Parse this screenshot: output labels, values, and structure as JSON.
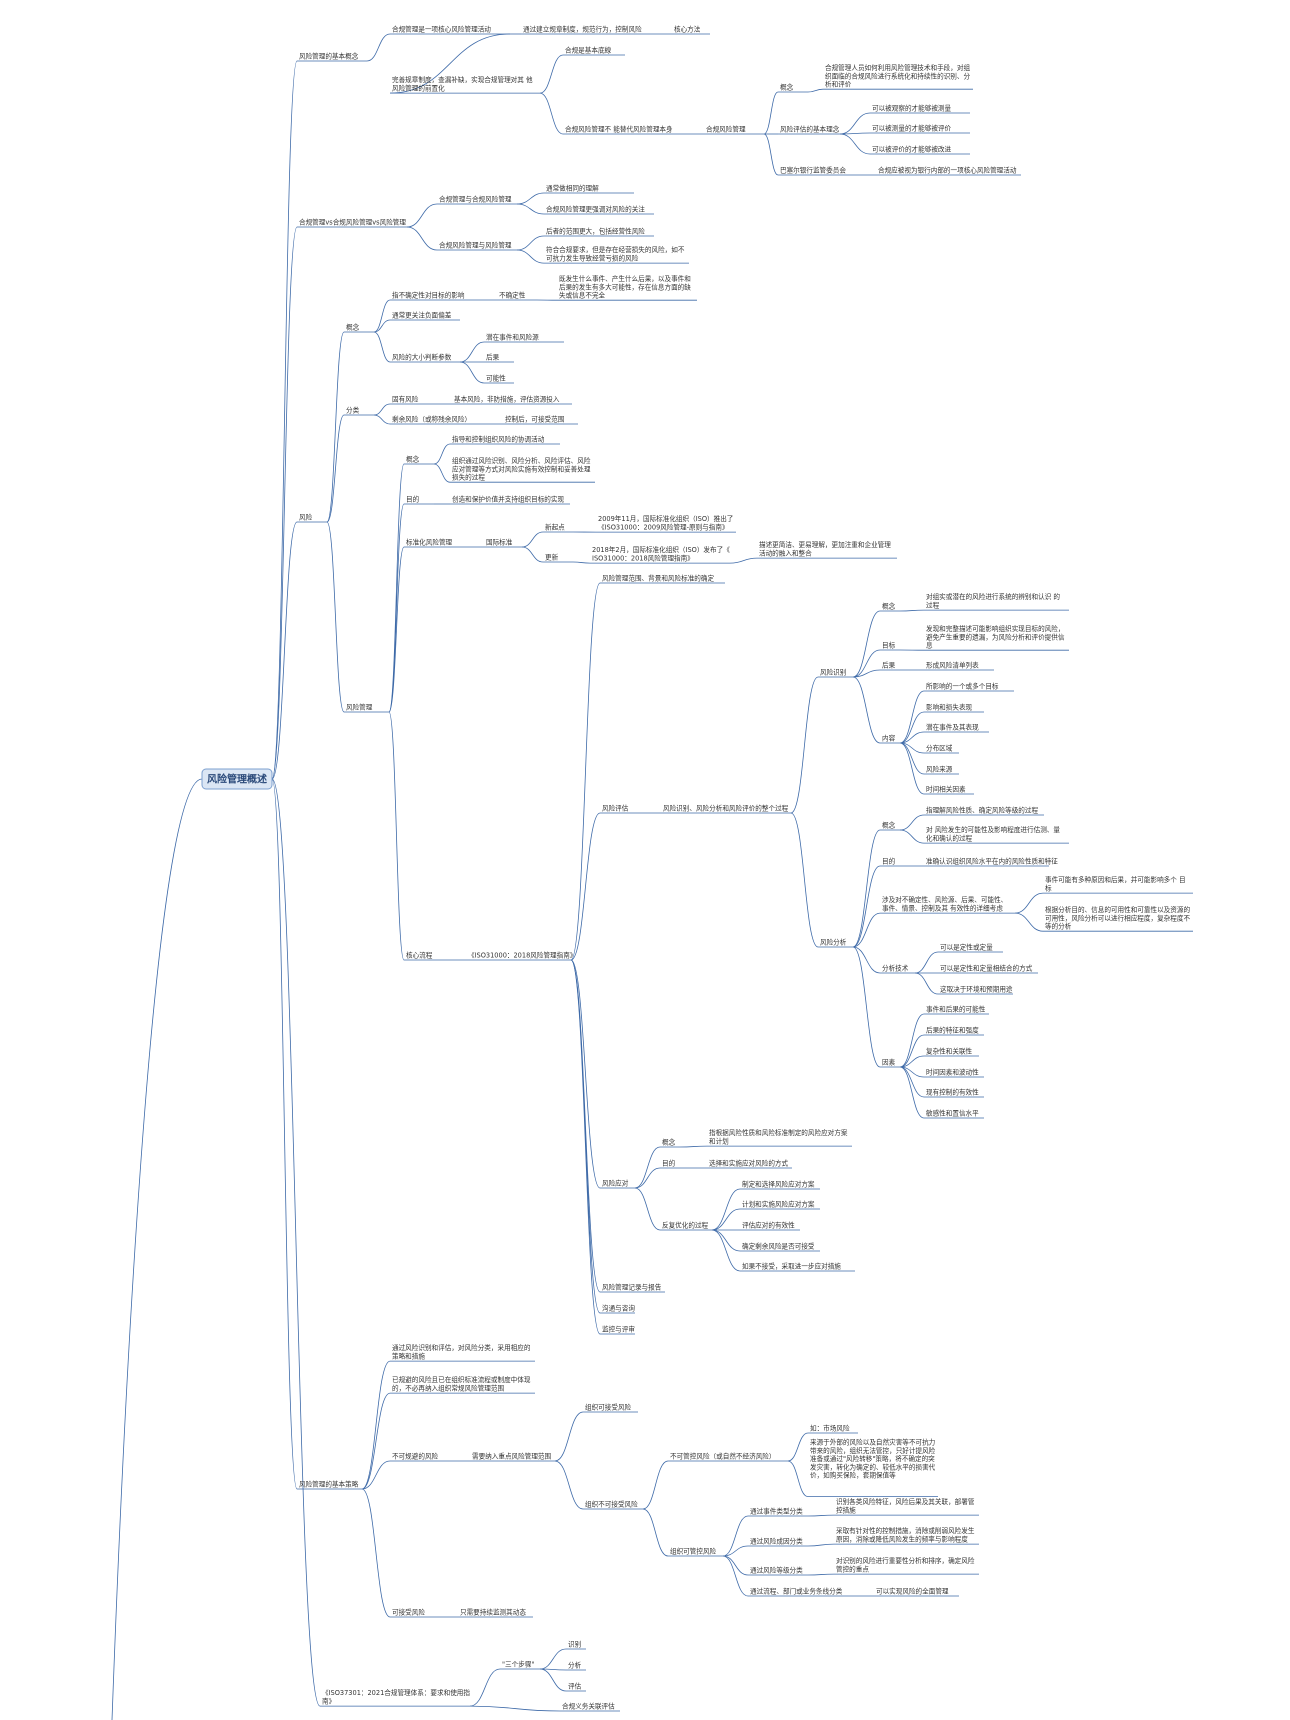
{
  "colors": {
    "line": "#3e6aa8",
    "text": "#333333",
    "root_fill": "#dbe6f4",
    "root_border": "#7da0cf",
    "root_text": "#2b4a7a"
  },
  "root": "风险管理概述",
  "nodes": [
    {
      "id": "b1",
      "text": "风险管理的基本概念"
    },
    {
      "id": "b1a",
      "text": "合规管理是一项核心风险管理活动"
    },
    {
      "id": "b1a1",
      "text": "通过建立规章制度，规范行为，控制风险"
    },
    {
      "id": "b1a2",
      "text": "核心方法"
    },
    {
      "id": "b1b",
      "text": "完善规章制度，查漏补缺，实现合规管理对其 他风险管理的前置化"
    },
    {
      "id": "b1b1",
      "text": "合规是基本底線"
    },
    {
      "id": "b1b2",
      "text": "合规风险管理不 能替代风险管理本身"
    },
    {
      "id": "b1b3",
      "text": "合规风险管理"
    },
    {
      "id": "b1c1",
      "text": "概念"
    },
    {
      "id": "b1c1a",
      "text": "合规管理人员如何利用风险管理技术和手段，对组织面临的合规风险进行系统化和持续性的识别、分析和评价"
    },
    {
      "id": "b1c2",
      "text": "风险评估的基本理念"
    },
    {
      "id": "b1c2a",
      "text": "可以被观察的才能够被测量"
    },
    {
      "id": "b1c2b",
      "text": "可以被测量的才能够被评价"
    },
    {
      "id": "b1c2c",
      "text": "可以被评价的才能够被改进"
    },
    {
      "id": "b1c3",
      "text": "巴塞尔银行监管委员会"
    },
    {
      "id": "b1c3a",
      "text": "合规应被视为银行内部的一项核心风险管理活动"
    },
    {
      "id": "b2",
      "text": "合规管理vs合规风险管理vs风险管理"
    },
    {
      "id": "b2a",
      "text": "合规管理与合规风险管理"
    },
    {
      "id": "b2a1",
      "text": "通常做相同的理解"
    },
    {
      "id": "b2a2",
      "text": "合规风险管理更强调对风险的关注"
    },
    {
      "id": "b2b",
      "text": "合规风险管理与风险管理"
    },
    {
      "id": "b2b1",
      "text": "后者的范围更大，包括经营性风险"
    },
    {
      "id": "b2b2",
      "text": "符合合规要求，但是存在经营损失的风险，如不可抗力发生导致经营亏损的风险"
    },
    {
      "id": "b3",
      "text": "风险"
    },
    {
      "id": "b3a",
      "text": "概念"
    },
    {
      "id": "b3a1",
      "text": "指不确定性对目标的影响"
    },
    {
      "id": "b3a1a",
      "text": "不确定性"
    },
    {
      "id": "b3a1b",
      "text": "既发生什么事件、产生什么后果，以及事件和后果的发生有多大可能性，存在信息方面的缺失或信息不完全"
    },
    {
      "id": "b3a2",
      "text": "通常更关注负面偏差"
    },
    {
      "id": "b3a3",
      "text": "风险的大小判断参数"
    },
    {
      "id": "b3a3a",
      "text": "潜在事件和风险源"
    },
    {
      "id": "b3a3b",
      "text": "后果"
    },
    {
      "id": "b3a3c",
      "text": "可能性"
    },
    {
      "id": "b3b",
      "text": "分类"
    },
    {
      "id": "b3b1",
      "text": "固有风险"
    },
    {
      "id": "b3b1a",
      "text": "基本风险，非防措施，评估资源投入"
    },
    {
      "id": "b3b2",
      "text": "剩余风险（或称残余风险）"
    },
    {
      "id": "b3b2a",
      "text": "控制后，可接受范围"
    },
    {
      "id": "b3c",
      "text": "风险管理"
    },
    {
      "id": "b3c1",
      "text": "概念"
    },
    {
      "id": "b3c1a",
      "text": "指导和控制组织风险的协调活动"
    },
    {
      "id": "b3c1b",
      "text": "组织通过风险识别、风险分析、风险评估、风险应对管理等方式对风险实施有效控制和妥善处理损失的过程"
    },
    {
      "id": "b3c2",
      "text": "目的"
    },
    {
      "id": "b3c2a",
      "text": "创造和保护价值并支持组织目标的实现"
    },
    {
      "id": "b3c3",
      "text": "标准化风险管理"
    },
    {
      "id": "b3c3a",
      "text": "国际标准"
    },
    {
      "id": "b3c3a1",
      "text": "新起点"
    },
    {
      "id": "b3c3a1a",
      "text": "2009年11月，国际标准化组织（ISO）推出了《ISO31000：2009风险管理-原则与指南》"
    },
    {
      "id": "b3c3a2",
      "text": "更新"
    },
    {
      "id": "b3c3a2a",
      "text": "2018年2月，国际标准化组织（ISO）发布了《ISO31000：2018风险管理指南》"
    },
    {
      "id": "b3c3a2b",
      "text": "描述更简洁、更易理解，更加注重和企业管理活动的融入和整合"
    },
    {
      "id": "b3c4",
      "text": "核心流程"
    },
    {
      "id": "b3c4a",
      "text": "《ISO31000：2018风险管理指南》"
    },
    {
      "id": "p1",
      "text": "风险管理范围、背景和风险标准的确定"
    },
    {
      "id": "p2",
      "text": "风险评估"
    },
    {
      "id": "p2a",
      "text": "风险识别、风险分析和风险评价的整个过程"
    },
    {
      "id": "r1",
      "text": "风险识别"
    },
    {
      "id": "r1a",
      "text": "概念"
    },
    {
      "id": "r1a1",
      "text": "对组实或潜在的风险进行系统的辨别和认识 的过程"
    },
    {
      "id": "r1b",
      "text": "目标"
    },
    {
      "id": "r1b1",
      "text": "发现和完整描述可能影响组织实现目标的风险，避免产生重要的遗漏，为风险分析和评价提供信息"
    },
    {
      "id": "r1c",
      "text": "后果"
    },
    {
      "id": "r1c1",
      "text": "形成风险清单列表"
    },
    {
      "id": "r1d",
      "text": "内容"
    },
    {
      "id": "r1d1",
      "text": "所影响的一个或多个目标"
    },
    {
      "id": "r1d2",
      "text": "影响和损失表现"
    },
    {
      "id": "r1d3",
      "text": "潜在事件及其表现"
    },
    {
      "id": "r1d4",
      "text": "分布区域"
    },
    {
      "id": "r1d5",
      "text": "风险来源"
    },
    {
      "id": "r1d6",
      "text": "时间相关因素"
    },
    {
      "id": "r2",
      "text": "风险分析"
    },
    {
      "id": "r2a",
      "text": "概念"
    },
    {
      "id": "r2a1",
      "text": "指理解风险性质、确定风险等级的过程"
    },
    {
      "id": "r2a2",
      "text": "对 风险发生的可能性及影响程度进行估测、量化和确认的过程"
    },
    {
      "id": "r2b",
      "text": "目的"
    },
    {
      "id": "r2b1",
      "text": "准确认识组织风险水平在内的风险性质和特征"
    },
    {
      "id": "r2c",
      "text": "涉及对不确定性、风险源、后果、可能性、事件、情景、控制及其 有效性的详细考虑"
    },
    {
      "id": "r2c1",
      "text": "事件可能有多种原因和后果，并可能影响多个 目标"
    },
    {
      "id": "r2c2",
      "text": "根据分析目的、信息的可用性和可靠性以及资源的可用性，风险分析可以进行相应程度，复杂程度不等的分析"
    },
    {
      "id": "r2d",
      "text": "分析技术"
    },
    {
      "id": "r2d1",
      "text": "可以是定性或定量"
    },
    {
      "id": "r2d2",
      "text": "可以是定性和定量相结合的方式"
    },
    {
      "id": "r2d3",
      "text": "这取决于环境和预期用途"
    },
    {
      "id": "r2e",
      "text": "因素"
    },
    {
      "id": "r2e1",
      "text": "事件和后果的可能性"
    },
    {
      "id": "r2e2",
      "text": "后果的特征和强度"
    },
    {
      "id": "r2e3",
      "text": "复杂性和关联性"
    },
    {
      "id": "r2e4",
      "text": "时间因素和波动性"
    },
    {
      "id": "r2e5",
      "text": "现有控制的有效性"
    },
    {
      "id": "r2e6",
      "text": "敏感性和置信水平"
    },
    {
      "id": "p3",
      "text": "风险应对"
    },
    {
      "id": "p3a",
      "text": "概念"
    },
    {
      "id": "p3a1",
      "text": "指根据风险性质和风险标准制定的风险应对方案和计划"
    },
    {
      "id": "p3b",
      "text": "目的"
    },
    {
      "id": "p3b1",
      "text": "选择和实施应对风险的方式"
    },
    {
      "id": "p3c",
      "text": "反复优化的过程"
    },
    {
      "id": "p3c1",
      "text": "制定和选择风险应对方案"
    },
    {
      "id": "p3c2",
      "text": "计划和实施风险应对方案"
    },
    {
      "id": "p3c3",
      "text": "评估应对的有效性"
    },
    {
      "id": "p3c4",
      "text": "确定剩余风险是否可接受"
    },
    {
      "id": "p3c5",
      "text": "如果不接受，采取进一步应对措施"
    },
    {
      "id": "p4",
      "text": "风险管理记录与报告"
    },
    {
      "id": "p5",
      "text": "沟通与咨询"
    },
    {
      "id": "p6",
      "text": "监控与评审"
    },
    {
      "id": "b4",
      "text": "风险管理的基本策略"
    },
    {
      "id": "b4a",
      "text": "通过风险识别和评估，对风险分类，采用相应的策略和措施"
    },
    {
      "id": "b4b",
      "text": "已规避的风险且已在组织标准流程或制度中体现的，不必再纳入组织常规风险管理范围"
    },
    {
      "id": "b4c",
      "text": "不可规避的风险"
    },
    {
      "id": "b4c1",
      "text": "需要纳入重点风险管理范围"
    },
    {
      "id": "b4c1a",
      "text": "组织可接受风险"
    },
    {
      "id": "b4c1b",
      "text": "组织不可接受风险"
    },
    {
      "id": "s1",
      "text": "不可管控风险（或自然不经济风险）"
    },
    {
      "id": "s1a",
      "text": "如：市场风险"
    },
    {
      "id": "s1b",
      "text": "来源于外部的风险以及自然灾害等不可抗力带来的风险，组织无法管控，只好计提风险准备或通过\"风险转移\"策略，将不确定的突发灾害，转化为确定的、较低水平的损害代价，如购买保险，套期保值等"
    },
    {
      "id": "s2",
      "text": "组织可管控风险"
    },
    {
      "id": "s2a",
      "text": "通过事件类型分类"
    },
    {
      "id": "s2a1",
      "text": "识别各类风险特征，风险后果及其关联，部署管控措施"
    },
    {
      "id": "s2b",
      "text": "通过风险成因分类"
    },
    {
      "id": "s2b1",
      "text": "采取有针对性的控制措施，消除或削弱风险发生原因，消除或降低风险发生的频率与影响程度"
    },
    {
      "id": "s2c",
      "text": "通过风险等级分类"
    },
    {
      "id": "s2c1",
      "text": "对识别的风险进行重要性分析和排序，确定风险管控的重点"
    },
    {
      "id": "s2d",
      "text": "通过流程、部门或业务条线分类"
    },
    {
      "id": "s2d1",
      "text": "可以实现风险的全面管理"
    },
    {
      "id": "b4d",
      "text": "可接受风险"
    },
    {
      "id": "b4d1",
      "text": "只需要持续监测其动态"
    },
    {
      "id": "b5",
      "text": "《ISO37301：2021合规管理体系：要求和使用指南》"
    },
    {
      "id": "b5a",
      "text": "\"三个步骤\""
    },
    {
      "id": "b5a1",
      "text": "识别"
    },
    {
      "id": "b5a2",
      "text": "分析"
    },
    {
      "id": "b5a3",
      "text": "评估"
    },
    {
      "id": "b5b",
      "text": "合规义务关联评估"
    }
  ]
}
